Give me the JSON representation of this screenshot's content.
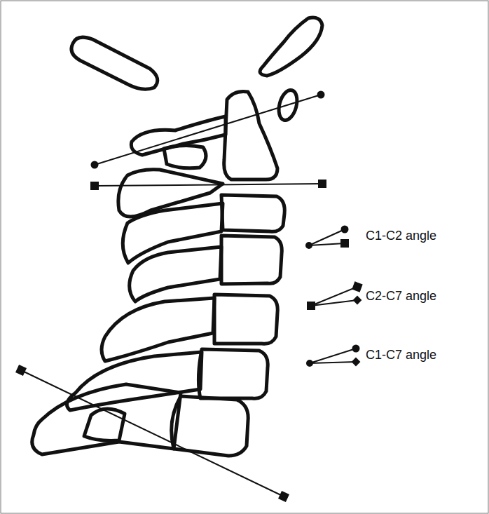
{
  "diagram": {
    "legend": [
      {
        "text": "C1-C2 angle"
      },
      {
        "text": "C2-C7 angle"
      },
      {
        "text": "C1-C7 angle"
      }
    ]
  }
}
